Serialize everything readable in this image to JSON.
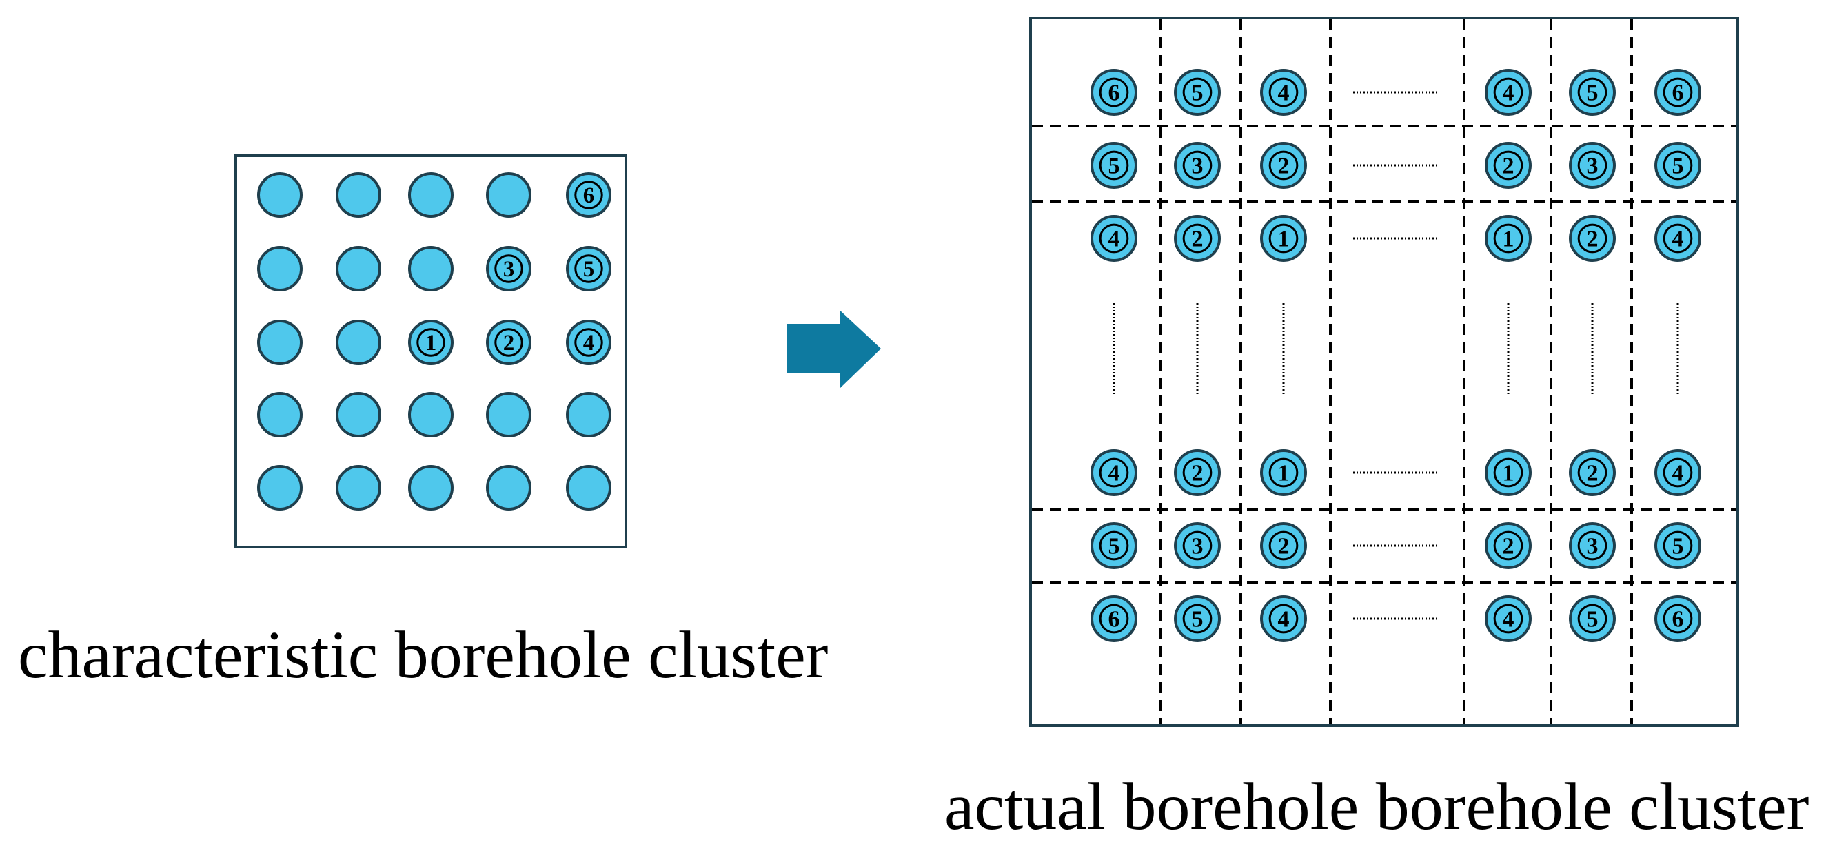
{
  "captions": {
    "characteristic": "characteristic borehole cluster",
    "actual": "actual borehole borehole cluster"
  },
  "colors": {
    "borehole_fill": "#4fc8ec",
    "borehole_stroke": "#1f3f4d",
    "frame": "#1f3f4d",
    "arrow": "#0e7aa0",
    "grid_line": "#000000"
  },
  "characteristic_grid": [
    [
      "",
      "",
      "",
      "",
      "6"
    ],
    [
      "",
      "",
      "",
      "3",
      "5"
    ],
    [
      "",
      "",
      "1",
      "2",
      "4"
    ],
    [
      "",
      "",
      "",
      "",
      ""
    ],
    [
      "",
      "",
      "",
      "",
      ""
    ]
  ],
  "actual_grid": {
    "rows": [
      [
        "6",
        "5",
        "4",
        "4",
        "5",
        "6"
      ],
      [
        "5",
        "3",
        "2",
        "2",
        "3",
        "5"
      ],
      [
        "4",
        "2",
        "1",
        "1",
        "2",
        "4"
      ],
      [
        "4",
        "2",
        "1",
        "1",
        "2",
        "4"
      ],
      [
        "5",
        "3",
        "2",
        "2",
        "3",
        "5"
      ],
      [
        "6",
        "5",
        "4",
        "4",
        "5",
        "6"
      ]
    ],
    "ellipsis_row_after": 3,
    "ellipsis_column_after": 3
  },
  "arrow_icon": "right-arrow-icon"
}
